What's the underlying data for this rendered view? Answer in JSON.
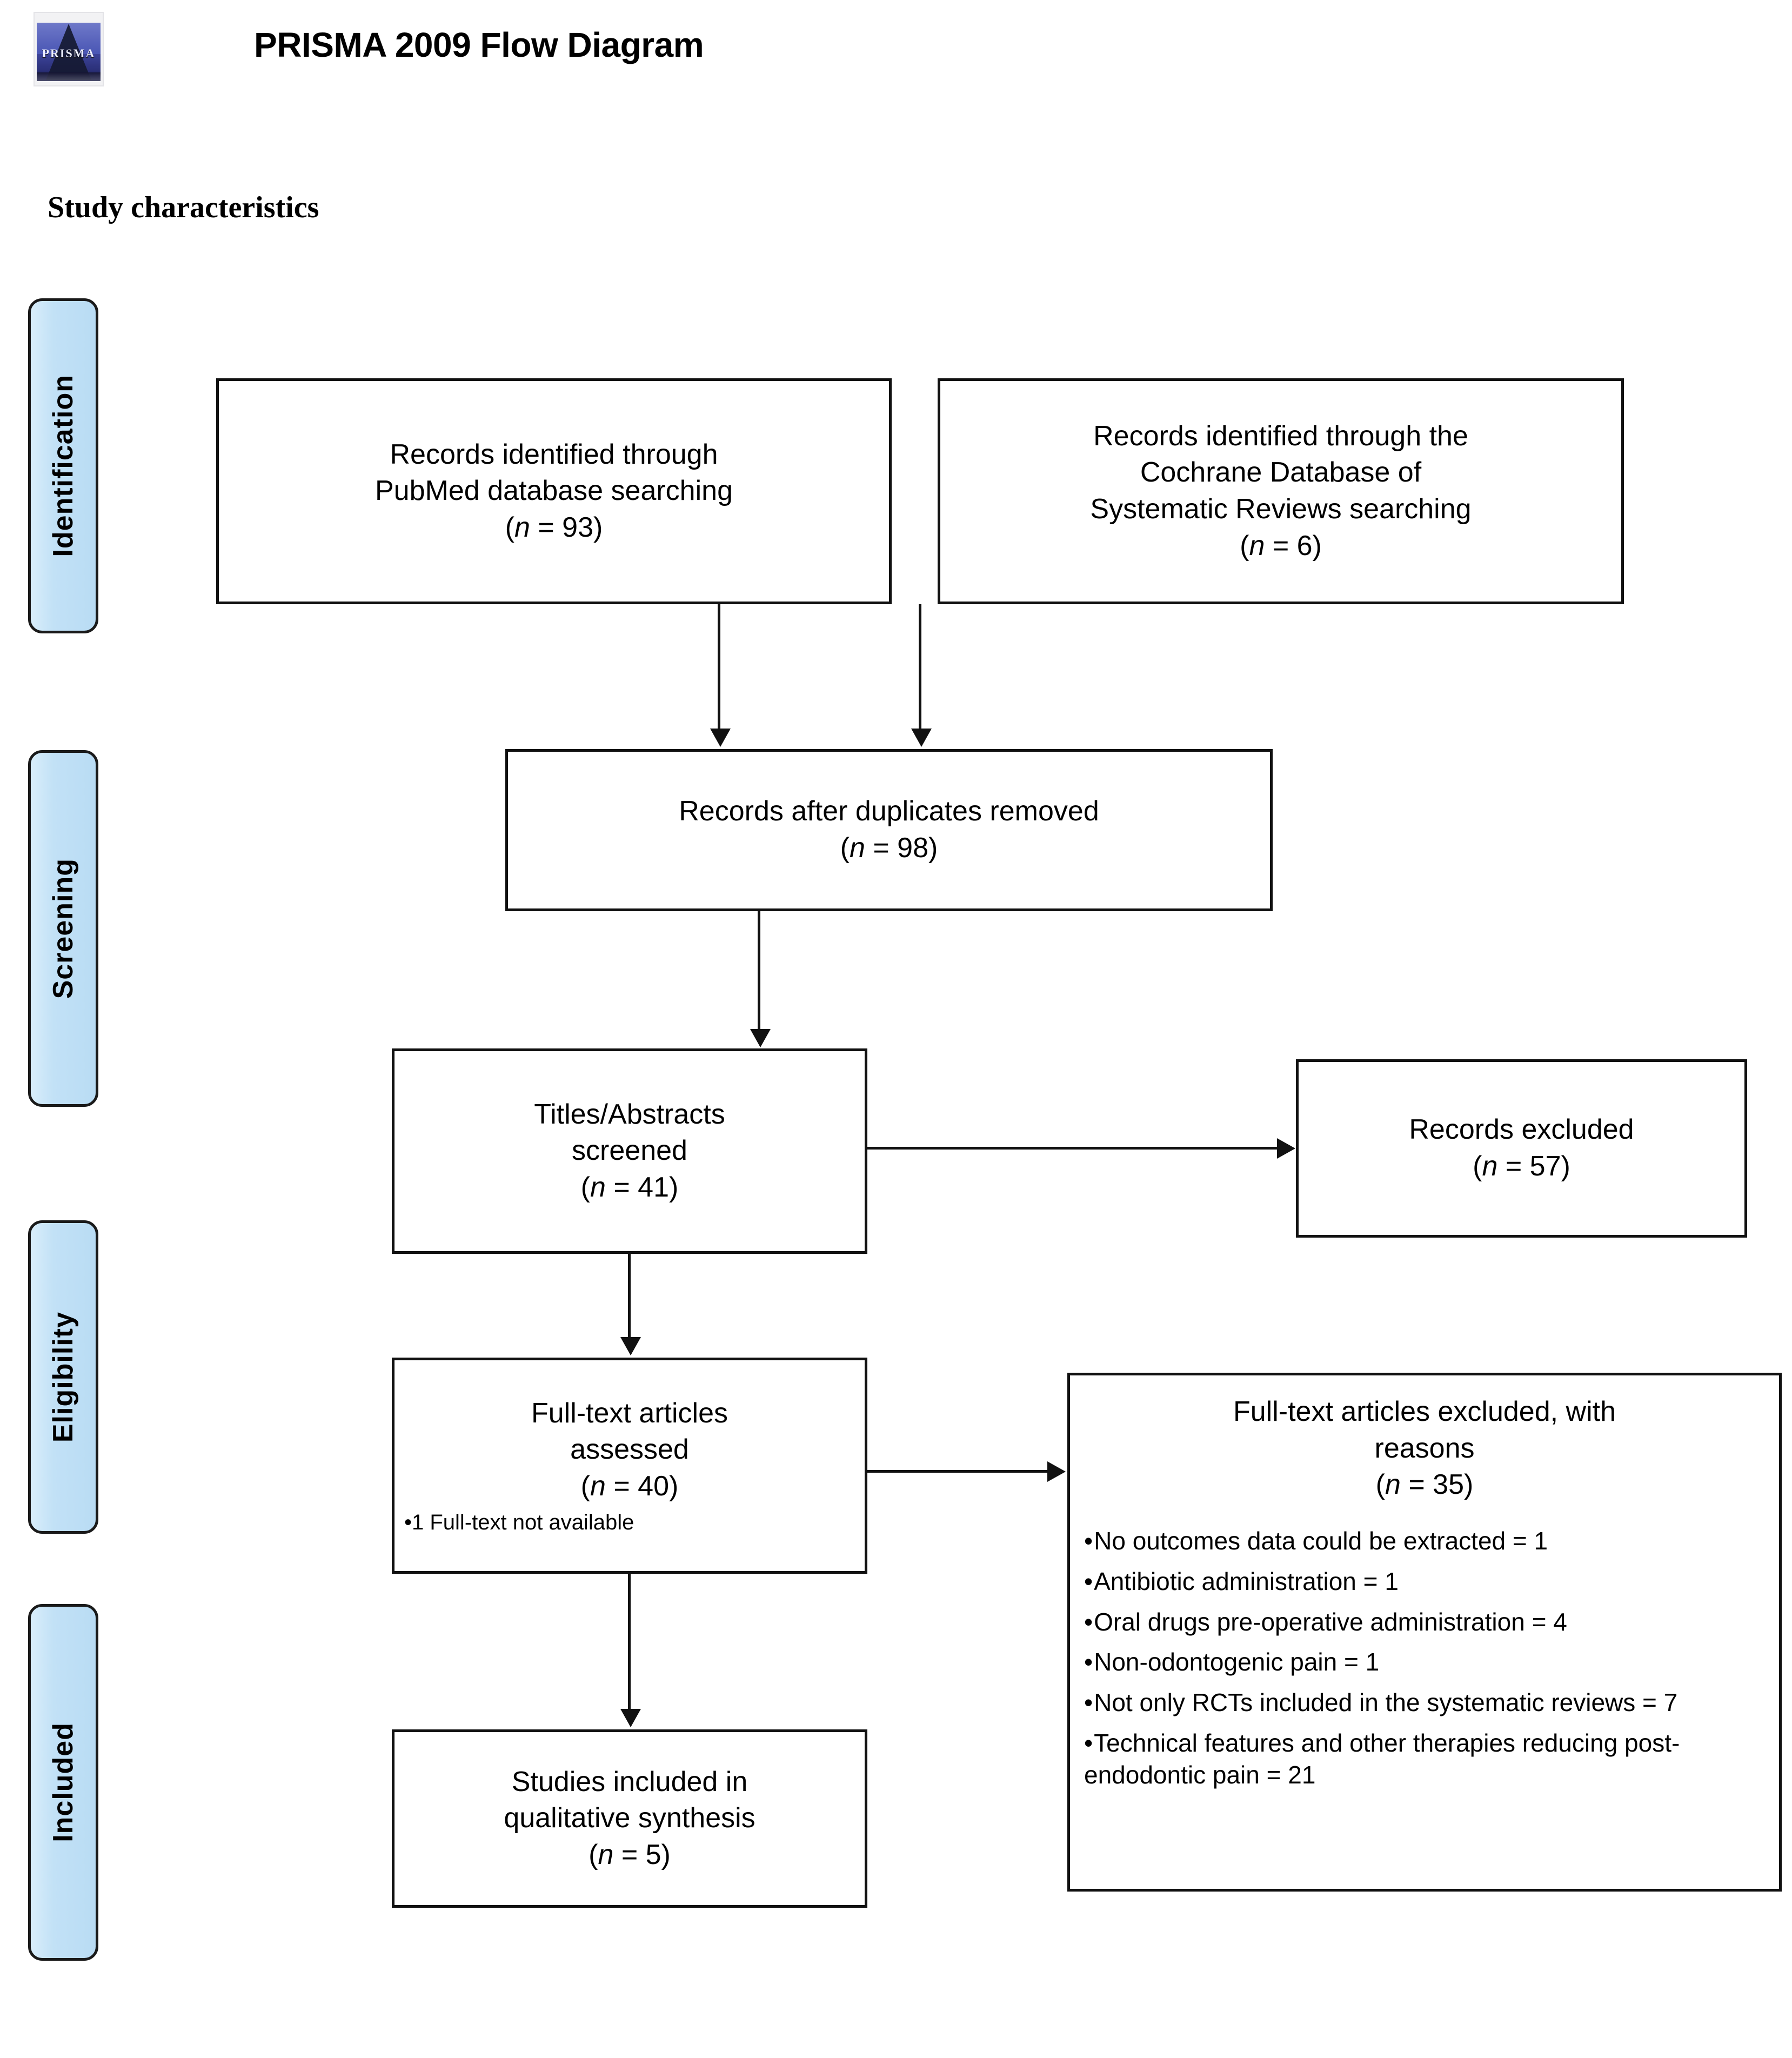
{
  "header": {
    "title": "PRISMA 2009 Flow Diagram",
    "logo_word": "PRISMA",
    "section_heading": "Study characteristics"
  },
  "stages": [
    {
      "key": "identification",
      "label": "Identification"
    },
    {
      "key": "screening",
      "label": "Screening"
    },
    {
      "key": "eligibility",
      "label": "Eligibility"
    },
    {
      "key": "included",
      "label": "Included"
    }
  ],
  "boxes": {
    "pubmed": {
      "line1": "Records identified through",
      "line2": "PubMed database searching",
      "count": "(n =  93)"
    },
    "cochrane": {
      "line1": "Records identified through the",
      "line2": "Cochrane Database of",
      "line3": "Systematic Reviews searching",
      "count": "(n = 6)"
    },
    "duplicates": {
      "line1": "Records after duplicates removed",
      "count": "(n = 98)"
    },
    "screened": {
      "line1": "Titles/Abstracts",
      "line2": "screened",
      "count": "(n = 41)"
    },
    "records_excluded": {
      "line1": "Records excluded",
      "count": "(n = 57)"
    },
    "fulltext_assessed": {
      "line1": "Full-text articles",
      "line2": "assessed",
      "count": "(n = 40)",
      "subnote": "•1 Full-text not available"
    },
    "fulltext_excluded": {
      "line1": "Full-text articles excluded, with",
      "line2": "reasons",
      "count": "(n = 35)",
      "reasons": [
        "No outcomes data could be extracted = 1",
        "Antibiotic administration = 1",
        "Oral drugs pre-operative administration = 4",
        "Non-odontogenic pain = 1",
        "Not only RCTs included in the systematic reviews = 7",
        "Technical features and other therapies reducing post-endodontic pain = 21"
      ]
    },
    "included": {
      "line1": "Studies included in",
      "line2": "qualitative synthesis",
      "count": "(n = 5)"
    }
  },
  "colors": {
    "stage_rail_fill": "#c2e1f6",
    "box_border": "#111111",
    "connector": "#111111",
    "logo_sky": "#5a65bd",
    "logo_ground": "#2b3078"
  },
  "chart_data": {
    "type": "diagram",
    "title": "PRISMA 2009 Flow Diagram",
    "nodes": [
      {
        "id": "pubmed",
        "stage": "Identification",
        "label": "Records identified through PubMed database searching",
        "n": 93
      },
      {
        "id": "cochrane",
        "stage": "Identification",
        "label": "Records identified through the Cochrane Database of Systematic Reviews searching",
        "n": 6
      },
      {
        "id": "duplicates",
        "stage": "Screening",
        "label": "Records after duplicates removed",
        "n": 98
      },
      {
        "id": "screened",
        "stage": "Screening",
        "label": "Titles/Abstracts screened",
        "n": 41
      },
      {
        "id": "records_excluded",
        "stage": "Screening",
        "label": "Records excluded",
        "n": 57
      },
      {
        "id": "fulltext_assessed",
        "stage": "Eligibility",
        "label": "Full-text articles assessed",
        "n": 40
      },
      {
        "id": "fulltext_excluded",
        "stage": "Eligibility",
        "label": "Full-text articles excluded, with reasons",
        "n": 35
      },
      {
        "id": "included",
        "stage": "Included",
        "label": "Studies included in qualitative synthesis",
        "n": 5
      }
    ],
    "edges": [
      {
        "from": "pubmed",
        "to": "duplicates"
      },
      {
        "from": "cochrane",
        "to": "duplicates"
      },
      {
        "from": "duplicates",
        "to": "screened"
      },
      {
        "from": "screened",
        "to": "records_excluded"
      },
      {
        "from": "screened",
        "to": "fulltext_assessed"
      },
      {
        "from": "fulltext_assessed",
        "to": "fulltext_excluded"
      },
      {
        "from": "fulltext_assessed",
        "to": "included"
      }
    ],
    "exclusion_reasons": [
      {
        "reason": "No outcomes data could be extracted",
        "count": 1
      },
      {
        "reason": "Antibiotic administration",
        "count": 1
      },
      {
        "reason": "Oral drugs pre-operative administration",
        "count": 4
      },
      {
        "reason": "Non-odontogenic pain",
        "count": 1
      },
      {
        "reason": "Not only RCTs included in the systematic reviews",
        "count": 7
      },
      {
        "reason": "Technical features and other therapies reducing post-endodontic pain",
        "count": 21
      }
    ]
  }
}
